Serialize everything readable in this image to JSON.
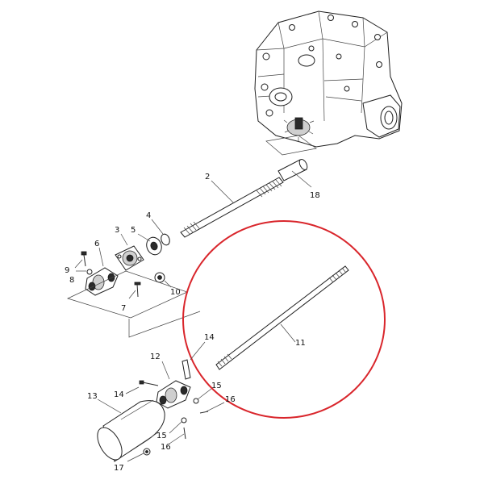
{
  "accent_color": "#d9262c",
  "callouts": [
    {
      "id": "2",
      "text": "2"
    },
    {
      "id": "3",
      "text": "3"
    },
    {
      "id": "4",
      "text": "4"
    },
    {
      "id": "5",
      "text": "5"
    },
    {
      "id": "6",
      "text": "6"
    },
    {
      "id": "7",
      "text": "7"
    },
    {
      "id": "8",
      "text": "8"
    },
    {
      "id": "9",
      "text": "9"
    },
    {
      "id": "10",
      "text": "10"
    },
    {
      "id": "11",
      "text": "11"
    },
    {
      "id": "12",
      "text": "12"
    },
    {
      "id": "13",
      "text": "13"
    },
    {
      "id": "14a",
      "text": "14"
    },
    {
      "id": "14b",
      "text": "14"
    },
    {
      "id": "15a",
      "text": "15"
    },
    {
      "id": "15b",
      "text": "15"
    },
    {
      "id": "16a",
      "text": "16"
    },
    {
      "id": "16b",
      "text": "16"
    },
    {
      "id": "17",
      "text": "17"
    },
    {
      "id": "18",
      "text": "18"
    }
  ]
}
